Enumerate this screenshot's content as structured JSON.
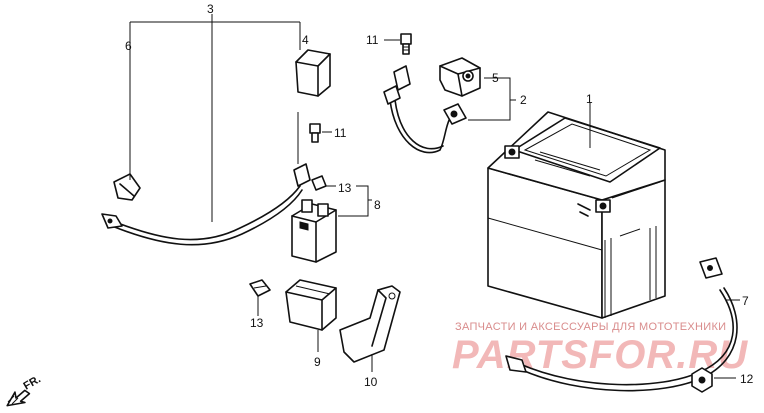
{
  "callouts": {
    "c1": "1",
    "c2": "2",
    "c3": "3",
    "c4": "4",
    "c5": "5",
    "c6": "6",
    "c7": "7",
    "c8": "8",
    "c9": "9",
    "c10": "10",
    "c11a": "11",
    "c11b": "11",
    "c12": "12",
    "c13a": "13",
    "c13b": "13"
  },
  "front_marker": "FR.",
  "watermark": {
    "line1": "ЗАПЧАСТИ И АКСЕССУАРЫ ДЛЯ МОТОТЕХНИКИ",
    "logo": "PARTSFOR.RU"
  },
  "colors": {
    "line": "#111111",
    "watermark_text": "#d98c8c",
    "watermark_logo": "#f2b8b8"
  }
}
